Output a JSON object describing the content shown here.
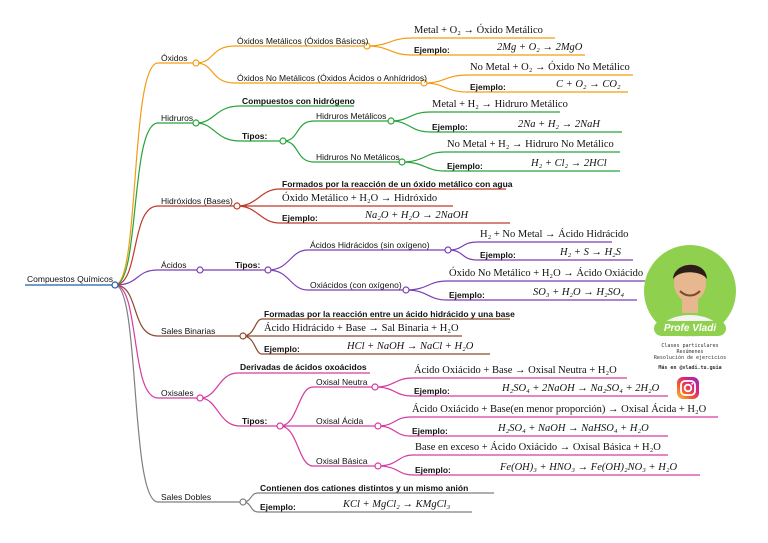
{
  "root": "Compuestos Químicos",
  "oxidos": {
    "title": "Óxidos",
    "metalicos": {
      "label": "Óxidos Metálicos (Óxidos Básicos)",
      "formula": "Metal + O₂ → Óxido Metálico",
      "ejemplo_label": "Ejemplo:",
      "ejemplo": "2Mg + O₂ → 2MgO"
    },
    "no_metalicos": {
      "label": "Óxidos No Metálicos (Óxidos Ácidos o Anhídridos)",
      "formula": "No Metal + O₂ → Óxido No Metálico",
      "ejemplo_label": "Ejemplo:",
      "ejemplo": "C + O₂ → CO₂"
    }
  },
  "hidruros": {
    "title": "Hidruros",
    "desc": "Compuestos con hidrógeno",
    "tipos_label": "Tipos:",
    "metalicos": {
      "label": "Hidruros Metálicos",
      "formula": "Metal + H₂ → Hidruro Metálico",
      "ejemplo_label": "Ejemplo:",
      "ejemplo": "2Na + H₂ → 2NaH"
    },
    "no_metalicos": {
      "label": "Hidruros No Metálicos",
      "formula": "No Metal + H₂ → Hidruro No Metálico",
      "ejemplo_label": "Ejemplo:",
      "ejemplo": "H₂ + Cl₂ → 2HCl"
    }
  },
  "hidroxidos": {
    "title": "Hidróxidos (Bases)",
    "desc": "Formados por la reacción de un óxido metálico con agua",
    "formula": "Óxido Metálico + H₂O → Hidróxido",
    "ejemplo_label": "Ejemplo:",
    "ejemplo": "Na₂O + H₂O → 2NaOH"
  },
  "acidos": {
    "title": "Ácidos",
    "tipos_label": "Tipos:",
    "hidracidos": {
      "label": "Ácidos Hidrácidos (sin oxígeno)",
      "formula": "H₂ + No Metal → Ácido Hidrácido",
      "ejemplo_label": "Ejemplo:",
      "ejemplo": "H₂ + S → H₂S"
    },
    "oxacidos": {
      "label": "Oxiácidos (con oxígeno)",
      "formula": "Óxido No Metálico + H₂O → Ácido Oxiácido",
      "ejemplo_label": "Ejemplo:",
      "ejemplo": "SO₃ + H₂O → H₂SO₄"
    }
  },
  "sales_binarias": {
    "title": "Sales Binarias",
    "desc": "Formadas por la reacción entre un ácido hidrácido y una base",
    "formula": "Ácido Hidrácido + Base → Sal Binaria + H₂O",
    "ejemplo_label": "Ejemplo:",
    "ejemplo": "HCl + NaOH → NaCl + H₂O"
  },
  "oxisales": {
    "title": "Oxisales",
    "desc": "Derivadas de ácidos oxoácidos",
    "tipos_label": "Tipos:",
    "neutra": {
      "label": "Oxisal Neutra",
      "formula": "Ácido Oxiácido + Base → Oxisal Neutra + H₂O",
      "ejemplo_label": "Ejemplo:",
      "ejemplo": "H₂SO₄ + 2NaOH → Na₂SO₄ + 2H₂O"
    },
    "acida": {
      "label": "Oxisal Ácida",
      "formula": "Ácido Oxiácido + Base(en menor proporción) → Oxisal Ácida + H₂O",
      "ejemplo_label": "Ejemplo:",
      "ejemplo": "H₂SO₄ + NaOH → NaHSO₄ + H₂O"
    },
    "basica": {
      "label": "Oxisal Básica",
      "formula": "Base en exceso + Ácido Oxiácido → Oxisal Básica + H₂O",
      "ejemplo_label": "Ejemplo:",
      "ejemplo": "Fe(OH)₃ + HNO₃ → Fe(OH)₂NO₃ + H₂O"
    }
  },
  "sales_dobles": {
    "title": "Sales Dobles",
    "desc": "Contienen dos cationes distintos y un mismo anión",
    "ejemplo_label": "Ejemplo:",
    "ejemplo": "KCl + MgCl₂ → KMgCl₃"
  },
  "promo": {
    "name": "Profe Vladi",
    "line1": "Clases particulares",
    "line2": "Resúmenes",
    "line3": "Resolución de ejercicios",
    "line4": "Más en @vladi.tu.guia"
  },
  "colors": {
    "oxidos": "#f39c12",
    "hidruros": "#27a33a",
    "hidroxidos": "#c0392b",
    "acidos": "#7b3fb5",
    "sales_binarias": "#8b4a2b",
    "oxisales": "#d63aa0",
    "sales_dobles": "#7f7f7f",
    "root": "#1f5fa8",
    "promo": "#8fd14f"
  }
}
